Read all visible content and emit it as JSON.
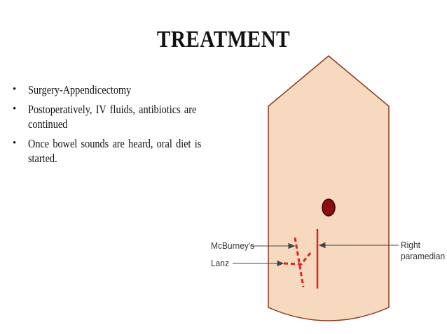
{
  "slide": {
    "title": "TREATMENT",
    "bullets": [
      {
        "text": "Surgery-Appendicectomy"
      },
      {
        "text": "Postoperatively, IV fluids, antibiotics are continued"
      },
      {
        "text": "Once bowel sounds are heard, oral diet is started."
      }
    ]
  },
  "diagram": {
    "labels": {
      "mcburney": "McBurney's",
      "lanz": "Lanz",
      "right_line1": "Right",
      "right_line2": "paramedian"
    },
    "colors": {
      "body_fill": "#f6d9bf",
      "body_stroke": "#8b3a1f",
      "incision": "#d9261c",
      "umbilicus": "#8b0d0d"
    }
  },
  "icons": {
    "bullet": "•"
  }
}
